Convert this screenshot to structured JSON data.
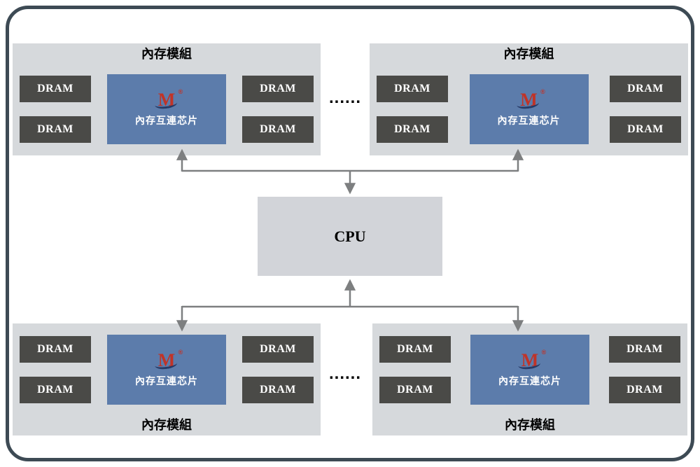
{
  "diagram_title": "memory-module-interconnect-topology",
  "cpu": {
    "label": "CPU"
  },
  "ellipsis": {
    "top": "......",
    "bottom": "......"
  },
  "colors": {
    "frame_border": "#3d4a54",
    "module_bg": "#d6d9dc",
    "dram_bg": "#4a4a47",
    "chip_bg": "#5c7cab",
    "cpu_bg": "#d2d4d9",
    "arrow": "#7d7f80",
    "logo_red": "#c13327",
    "logo_swoosh": "#273a66"
  },
  "modules": [
    {
      "id": "top-left",
      "title": "內存模組",
      "drams": [
        "DRAM",
        "DRAM",
        "DRAM",
        "DRAM"
      ],
      "chip": {
        "logo": "M",
        "reg": "®",
        "label": "內存互連芯片"
      }
    },
    {
      "id": "top-right",
      "title": "內存模組",
      "drams": [
        "DRAM",
        "DRAM",
        "DRAM",
        "DRAM"
      ],
      "chip": {
        "logo": "M",
        "reg": "®",
        "label": "內存互連芯片"
      }
    },
    {
      "id": "bottom-left",
      "title": "內存模組",
      "drams": [
        "DRAM",
        "DRAM",
        "DRAM",
        "DRAM"
      ],
      "chip": {
        "logo": "M",
        "reg": "®",
        "label": "內存互連芯片"
      }
    },
    {
      "id": "bottom-right",
      "title": "內存模組",
      "drams": [
        "DRAM",
        "DRAM",
        "DRAM",
        "DRAM"
      ],
      "chip": {
        "logo": "M",
        "reg": "®",
        "label": "內存互連芯片"
      }
    }
  ]
}
